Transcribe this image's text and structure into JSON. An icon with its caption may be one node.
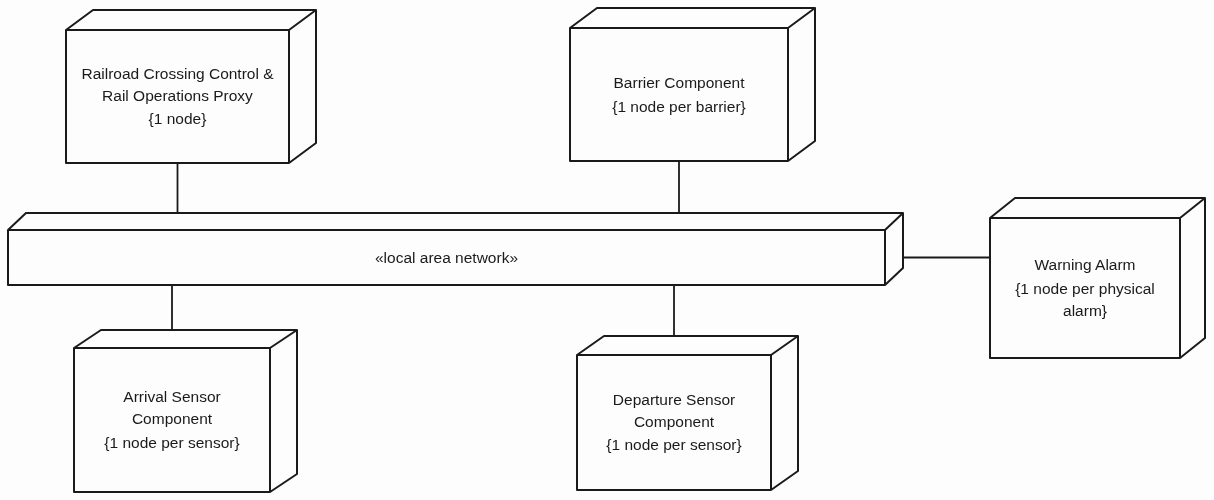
{
  "diagram": {
    "nodes": [
      {
        "text": [
          "Railroad Crossing Control & Rail Operations Proxy",
          "{1 node}"
        ]
      },
      {
        "text": [
          "Barrier Component",
          "{1 node per barrier}"
        ]
      },
      {
        "text": [
          "«local area network»"
        ]
      },
      {
        "text": [
          "Warning Alarm",
          "{1 node per physical alarm}"
        ]
      },
      {
        "text": [
          "Arrival Sensor Component",
          "{1 node per sensor}"
        ]
      },
      {
        "text": [
          "Departure Sensor Component",
          "{1 node per sensor}"
        ]
      }
    ],
    "edges": [
      {
        "from": 0,
        "to": 2,
        "arrow": "none"
      },
      {
        "from": 1,
        "to": 2,
        "arrow": "none"
      },
      {
        "from": 2,
        "to": 3,
        "arrow": "none"
      },
      {
        "from": 2,
        "to": 4,
        "arrow": "none"
      },
      {
        "from": 2,
        "to": 5,
        "arrow": "none"
      }
    ]
  }
}
